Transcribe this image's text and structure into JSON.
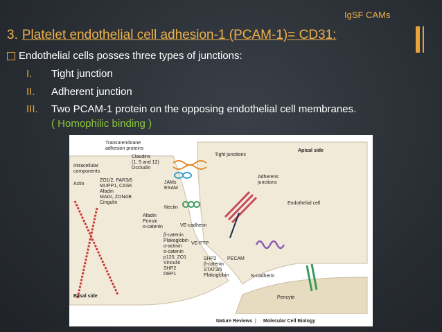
{
  "header": {
    "section_tag": "IgSF CAMs",
    "title_number": "3.",
    "title_text": "Platelet endothelial cell adhesion-1 (PCAM-1)= CD31:"
  },
  "body": {
    "bullet": "Endothelial cells posses three types of junctions:",
    "items": [
      {
        "roman": "I.",
        "text": "Tight junction"
      },
      {
        "roman": "II.",
        "text": "Adherent junction"
      },
      {
        "roman": "III.",
        "text": "Two PCAM-1  protein on the opposing endothelial cell membranes."
      }
    ],
    "note": "( Homophilic binding )"
  },
  "figure": {
    "labels": {
      "transmembrane": "Transmembrane",
      "adhesion_proteins": "adhesion proteins",
      "claudins": "Claudins",
      "claudins_sub": "(1, 5 and 12)",
      "occludin": "Occludin",
      "intracellular1": "Intracellular",
      "intracellular2": "components",
      "actin": "Actin",
      "zo": "ZO1/2, PAR3/6",
      "mupp": "MUPP1, CASK",
      "afadin": "Afadin",
      "magi": "MAGI, ZONAB",
      "cingulin": "Cingulin",
      "jams": "JAMs",
      "esam": "ESAM",
      "nectin": "Nectin",
      "afadin2": "Afadin",
      "ponsin": "Ponsin",
      "acatenin": "α-catenin",
      "vecad": "VE-cadherin",
      "vptp": "VE-PTP",
      "bcatenin": "β-catenin",
      "plakoglobin": "Plakoglobin",
      "aactinin": "α-actinin",
      "acatenin2": "α-catenin",
      "p120": "p120, ZO1",
      "vinculin": "Vinculin",
      "shp2": "SHP2",
      "dep1": "DEP1",
      "shp2b": "SHP2",
      "bcatenin2": "β-catenin",
      "stat": "STAT3/5",
      "plakoglobin2": "Plakoglobin",
      "pecam": "PECAM",
      "ncad": "N-cadherin",
      "tight": "Tight junctions",
      "adherens1": "Adherens",
      "adherens2": "junctions",
      "apical": "Apical side",
      "endocell": "Endothelial cell",
      "basal": "Basal side",
      "pericyte": "Pericyte",
      "credit_a": "Nature Reviews",
      "credit_sep": " | ",
      "credit_b": "Molecular Cell Biology"
    },
    "colors": {
      "cell": "#f2ead8",
      "cell_edge": "#c8bda4",
      "pericyte": "#e8dcc0",
      "actin": "#c83a3a",
      "claudin": "#e08a2a",
      "jam": "#3aa0c8",
      "cadherin": "#c84a5a",
      "pecam": "#8a5ab0",
      "ncad": "#3a9a5a"
    }
  }
}
